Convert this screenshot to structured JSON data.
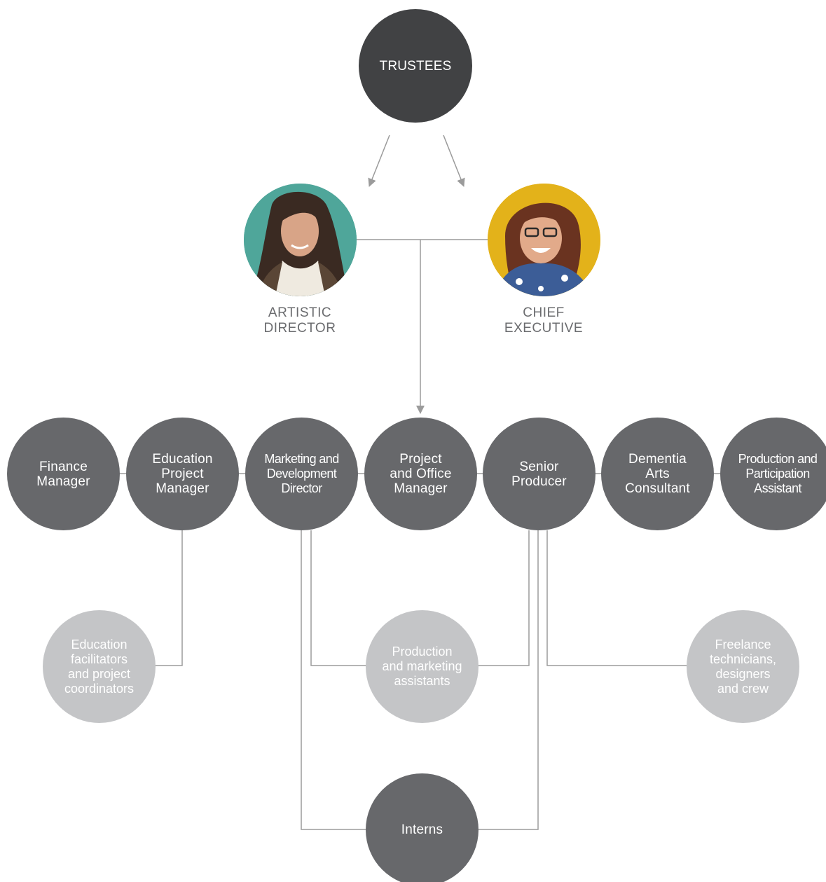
{
  "top": {
    "label": "TRUSTEES"
  },
  "leaders": [
    {
      "title": "ARTISTIC\nDIRECTOR",
      "photo_bg": "#4fa69a",
      "photo_desc": "portrait-woman-scarf"
    },
    {
      "title": "CHIEF\nEXECUTIVE",
      "photo_bg": "#e3b21a",
      "photo_desc": "portrait-woman-glasses"
    }
  ],
  "staff": [
    {
      "label": "Finance\nManager"
    },
    {
      "label": "Education\nProject\nManager"
    },
    {
      "label": "Marketing and\nDevelopment\nDirector"
    },
    {
      "label": "Project\nand Office\nManager"
    },
    {
      "label": "Senior\nProducer"
    },
    {
      "label": "Dementia\nArts\nConsultant"
    },
    {
      "label": "Production and\nParticipation\nAssistant"
    }
  ],
  "support": [
    {
      "label": "Education\nfacilitators\nand project\ncoordinators"
    },
    {
      "label": "Production\nand marketing\nassistants"
    },
    {
      "label": "Freelance\ntechnicians,\ndesigners\nand crew"
    }
  ],
  "interns": {
    "label": "Interns"
  },
  "colors": {
    "top_node": "#414244",
    "staff_node": "#67686b",
    "support_node": "#c4c5c7",
    "connector": "#9b9b9b",
    "label_text": "#6b6c6f"
  }
}
